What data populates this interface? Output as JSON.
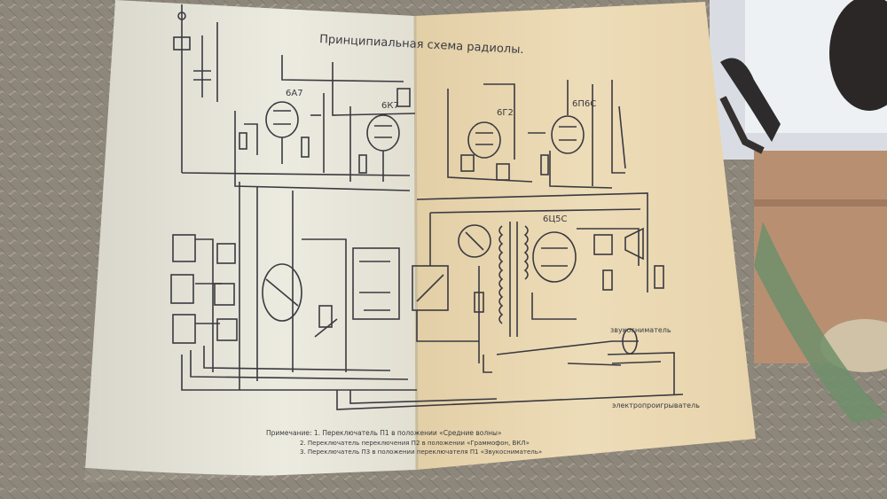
{
  "document": {
    "title": "Принципиальная схема радиолы.",
    "tube_labels": [
      "6А7",
      "6К7",
      "6Г2",
      "6П6С",
      "6Ц5С"
    ],
    "footnote_lines": [
      "Примечание: 1. Переключатель П1 в положении «Средние волны»",
      "2. Переключатель переключения П2 в положении «Граммофон, ВКЛ»",
      "3. Переключатель П3 в положении переключателя П1 «Звукосниматель»"
    ],
    "right_labels": [
      "звукосниматель",
      "электропроигрыватель"
    ]
  },
  "colors": {
    "paper_left": "#ecebe0",
    "paper_right": "#eddcb8",
    "ink": "#3a3a40",
    "fabric": "#8a8378",
    "cabinet": "#b98f72"
  }
}
